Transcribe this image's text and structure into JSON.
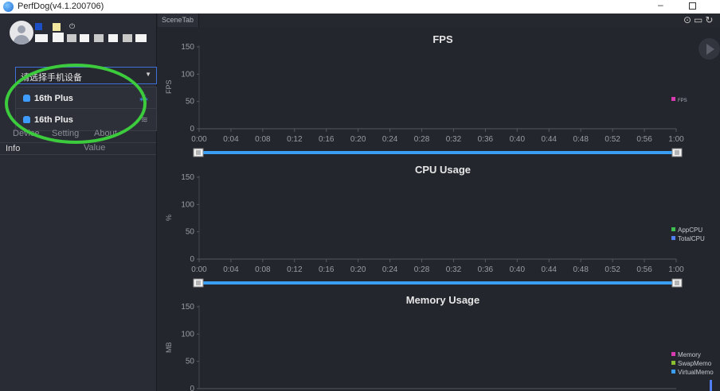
{
  "window": {
    "title": "PerfDog(v4.1.200706)",
    "minimize_glyph": "–"
  },
  "user": {
    "avatar_icon": "avatar-icon",
    "power_glyph": "⏻"
  },
  "device_select": {
    "placeholder": "请选择手机设备",
    "caret": "▼"
  },
  "devices": [
    {
      "name": "16th Plus",
      "connection": "usb",
      "connection_glyph": "⁂"
    },
    {
      "name": "16th Plus",
      "connection": "wifi",
      "connection_glyph": "≋"
    }
  ],
  "left_tabs": [
    "Device",
    "Setting",
    "About"
  ],
  "info_table": {
    "col_info": "Info",
    "col_value": "Value"
  },
  "scene_tab": {
    "label": "SceneTab"
  },
  "toolbar": {
    "icons": [
      "location-icon",
      "folder-icon",
      "refresh-icon"
    ],
    "glyphs": "⊙▭↻"
  },
  "colors": {
    "accent": "#3a9ff2",
    "fps": "#d63bb0",
    "app_cpu": "#3fbf4f",
    "total_cpu": "#4f7ff0",
    "memory": "#d63bb0",
    "swap": "#8ac030",
    "virtual": "#3a9ff2",
    "annotation": "#3ccb3c"
  },
  "chart_data": [
    {
      "type": "line",
      "title": "FPS",
      "ylabel": "FPS",
      "ylim": [
        0,
        150
      ],
      "yticks": [
        "150",
        "100",
        "50",
        "0"
      ],
      "xticks": [
        "0:00",
        "0:04",
        "0:08",
        "0:12",
        "0:16",
        "0:20",
        "0:24",
        "0:28",
        "0:32",
        "0:36",
        "0:40",
        "0:44",
        "0:48",
        "0:52",
        "0:56",
        "1:00"
      ],
      "series": [
        {
          "name": "FPS",
          "values": []
        }
      ],
      "legend_position": "right"
    },
    {
      "type": "line",
      "title": "CPU Usage",
      "ylabel": "%",
      "ylim": [
        0,
        150
      ],
      "yticks": [
        "150",
        "100",
        "50",
        "0"
      ],
      "xticks": [
        "0:00",
        "0:04",
        "0:08",
        "0:12",
        "0:16",
        "0:20",
        "0:24",
        "0:28",
        "0:32",
        "0:36",
        "0:40",
        "0:44",
        "0:48",
        "0:52",
        "0:56",
        "1:00"
      ],
      "series": [
        {
          "name": "AppCPU",
          "values": []
        },
        {
          "name": "TotalCPU",
          "values": []
        }
      ],
      "legend_position": "right"
    },
    {
      "type": "line",
      "title": "Memory Usage",
      "ylabel": "MB",
      "ylim": [
        0,
        150
      ],
      "yticks": [
        "150",
        "100",
        "50",
        "0"
      ],
      "xticks": [],
      "series": [
        {
          "name": "Memory",
          "values": []
        },
        {
          "name": "SwapMemo",
          "values": []
        },
        {
          "name": "VirtualMemo",
          "values": []
        }
      ],
      "legend_position": "right"
    }
  ]
}
